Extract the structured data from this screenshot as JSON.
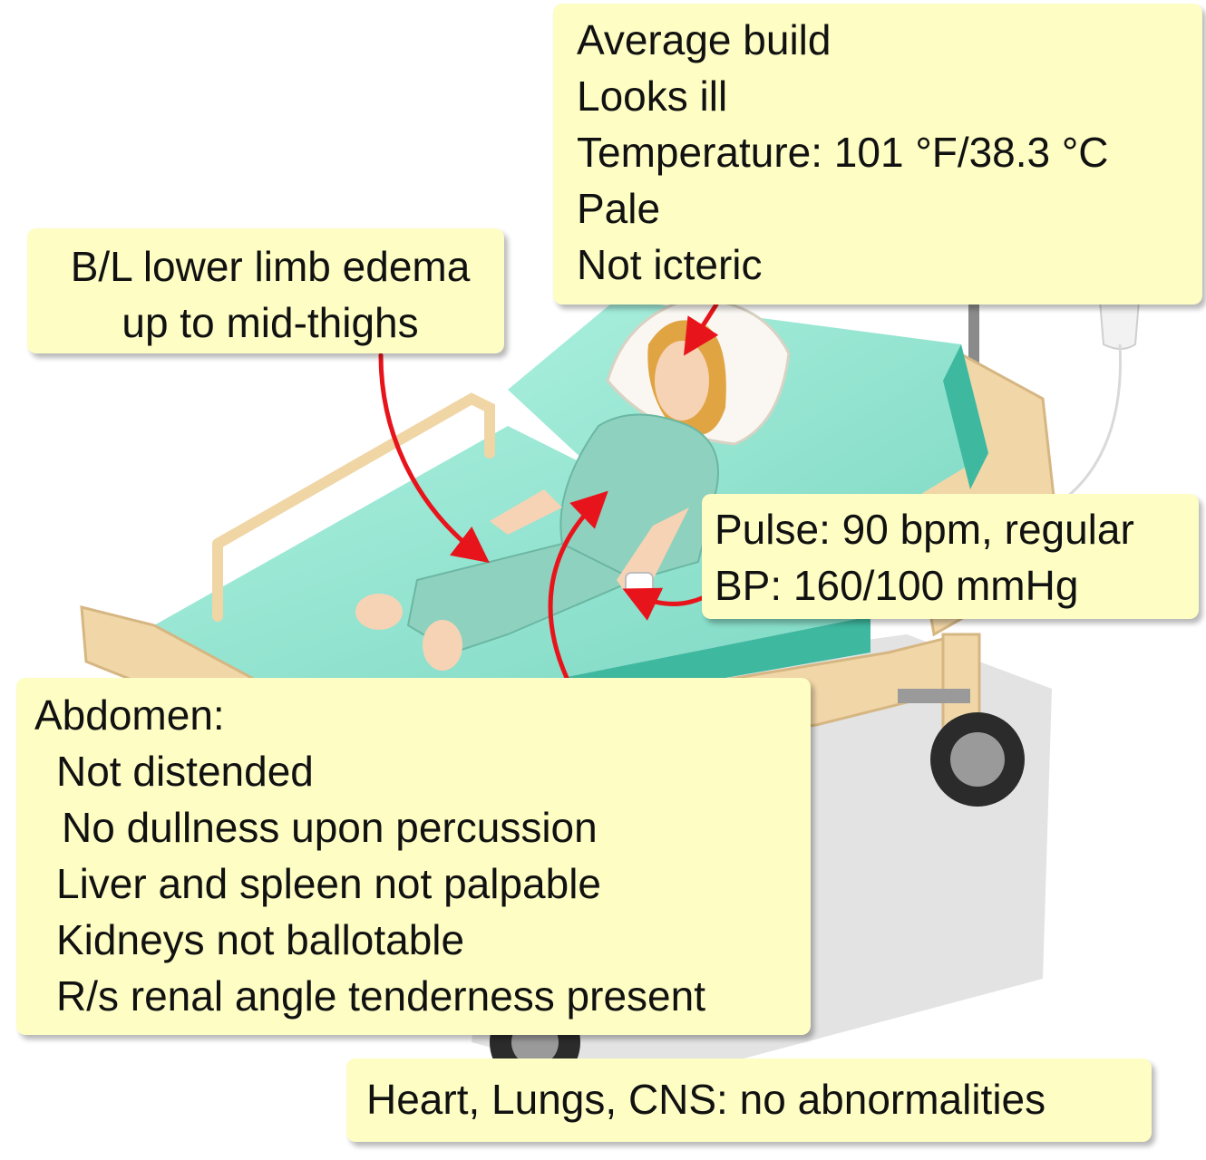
{
  "general": {
    "lines": [
      "Average build",
      "Looks ill",
      "Temperature: 101 °F/38.3 °C",
      "Pale",
      "Not icteric"
    ]
  },
  "edema": {
    "lines": [
      "B/L lower limb edema",
      "up to mid-thighs"
    ]
  },
  "vitals": {
    "lines": [
      "Pulse: 90 bpm, regular",
      "BP: 160/100 mmHg"
    ]
  },
  "abdomen": {
    "title": "Abdomen:",
    "items": [
      "Not distended",
      "No dullness upon percussion",
      "Liver and spleen not palpable",
      "Kidneys not ballotable",
      "R/s renal angle tenderness present"
    ]
  },
  "systems": {
    "text": "Heart, Lungs, CNS: no abnormalities"
  },
  "colors": {
    "note_fill": "#fdfdc4",
    "arrow": "#e8141c",
    "sheet": "#8fe3cf",
    "bed_frame": "#f1d7a8"
  }
}
